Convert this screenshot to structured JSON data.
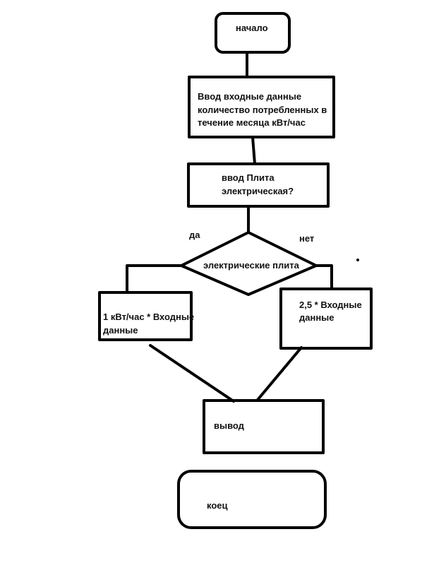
{
  "flowchart": {
    "start": {
      "label": "начало"
    },
    "input_data": {
      "lines": [
        "Ввод входные данные",
        "количество потребленных в",
        "течение месяца кВт/час"
      ]
    },
    "input_stove": {
      "lines": [
        "ввод Плита",
        "электрическая?"
      ]
    },
    "decision": {
      "label": "электрические плита"
    },
    "branch_yes": {
      "label": "да"
    },
    "branch_no": {
      "label": "нет"
    },
    "calc_yes": {
      "lines": [
        "1 кВт/час * Входные",
        "данные"
      ]
    },
    "calc_no": {
      "lines": [
        "2,5 * Входные",
        "данные"
      ]
    },
    "output": {
      "label": "вывод"
    },
    "end": {
      "label": "коец"
    }
  },
  "colors": {
    "stroke": "#000000",
    "text": "#111111",
    "background": "#ffffff"
  }
}
